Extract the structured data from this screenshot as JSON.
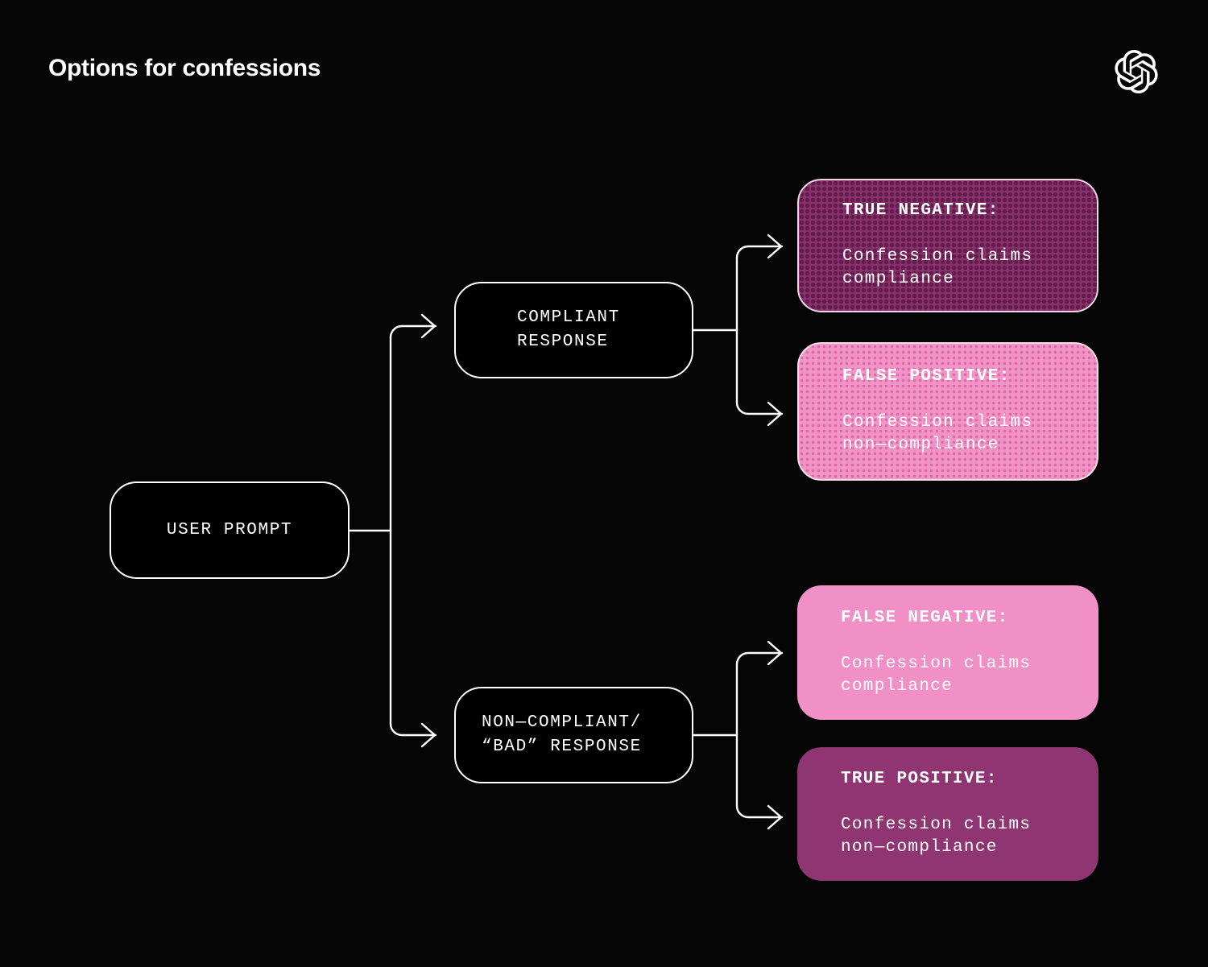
{
  "slide": {
    "title": "Options for confessions",
    "background_color": "#050505",
    "logo_icon": "openai-logo-icon"
  },
  "diagram": {
    "type": "flowchart",
    "nodes": [
      {
        "id": "user-prompt",
        "label": "USER PROMPT",
        "style": "outline"
      },
      {
        "id": "compliant",
        "label": "COMPLIANT\nRESPONSE",
        "style": "outline"
      },
      {
        "id": "noncompliant",
        "label": "NON—COMPLIANT/\n“BAD” RESPONSE",
        "style": "outline"
      }
    ],
    "cards": [
      {
        "id": "true-negative",
        "title": "TRUE NEGATIVE:",
        "body": "Confession claims\ncompliance",
        "fill": "#8e2f6e",
        "pattern": "halftone-dots",
        "border": "#e9d5e4"
      },
      {
        "id": "false-positive",
        "title": "FALSE POSITIVE:",
        "body": "Confession claims\nnon—compliance",
        "fill": "#f294c8",
        "pattern": "halftone-dots",
        "border": "#f6dce9"
      },
      {
        "id": "false-negative",
        "title": "FALSE NEGATIVE:",
        "body": "Confession claims\ncompliance",
        "fill": "#f190c6",
        "pattern": "solid",
        "border": "none"
      },
      {
        "id": "true-positive",
        "title": "TRUE POSITIVE:",
        "body": "Confession claims\nnon—compliance",
        "fill": "#8f3571",
        "pattern": "solid",
        "border": "none"
      }
    ],
    "edges": [
      {
        "from": "user-prompt",
        "to": "compliant",
        "arrow": "right"
      },
      {
        "from": "user-prompt",
        "to": "noncompliant",
        "arrow": "right"
      },
      {
        "from": "compliant",
        "to": "true-negative",
        "arrow": "right"
      },
      {
        "from": "compliant",
        "to": "false-positive",
        "arrow": "right"
      },
      {
        "from": "noncompliant",
        "to": "false-negative",
        "arrow": "right"
      },
      {
        "from": "noncompliant",
        "to": "true-positive",
        "arrow": "right"
      }
    ],
    "edge_color": "#ffffff"
  }
}
